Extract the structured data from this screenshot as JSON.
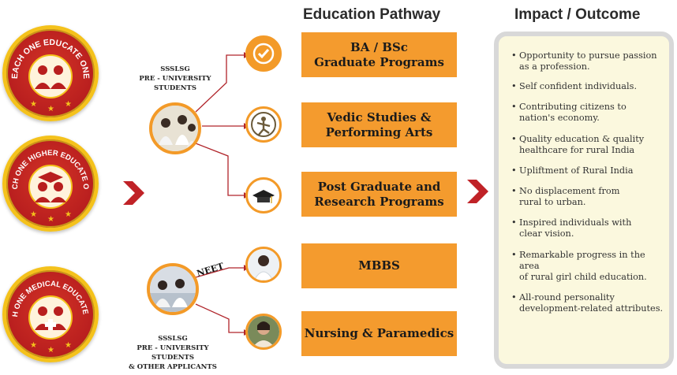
{
  "headings": {
    "pathway": "Education Pathway",
    "impact": "Impact / Outcome"
  },
  "badges": [
    {
      "text": "EACH ONE EDUCATE ONE"
    },
    {
      "text": "EACH ONE HIGHER EDUCATE ONE"
    },
    {
      "text": "EACH ONE MEDICAL EDUCATE ONE"
    }
  ],
  "students": {
    "group1": [
      "SSSLSG",
      "PRE - UNIVERSITY",
      "STUDENTS"
    ],
    "group2": [
      "SSSLSG",
      "PRE - UNIVERSITY",
      "STUDENTS",
      "& OTHER APPLICANTS"
    ],
    "neet": "NEET"
  },
  "programs": [
    "BA / BSc\nGraduate Programs",
    "Vedic Studies &\nPerforming Arts",
    "Post Graduate and\nResearch Programs",
    "MBBS",
    "Nursing & Paramedics"
  ],
  "impacts": [
    "Opportunity to pursue passion\nas a profession.",
    "Self confident individuals.",
    "Contributing citizens to\nnation's economy.",
    "Quality education & quality\nhealthcare for rural India",
    "Upliftment of Rural India",
    "No displacement from\nrural to urban.",
    "Inspired individuals with\nclear vision.",
    "Remarkable progress in the area\nof rural girl child education.",
    "All-round personality\ndevelopment-related attributes."
  ],
  "colors": {
    "orange": "#f49b2e",
    "red": "#b81e1e",
    "gold": "#f4c21c",
    "line": "#b0242a",
    "panel": "#fbf8de"
  }
}
